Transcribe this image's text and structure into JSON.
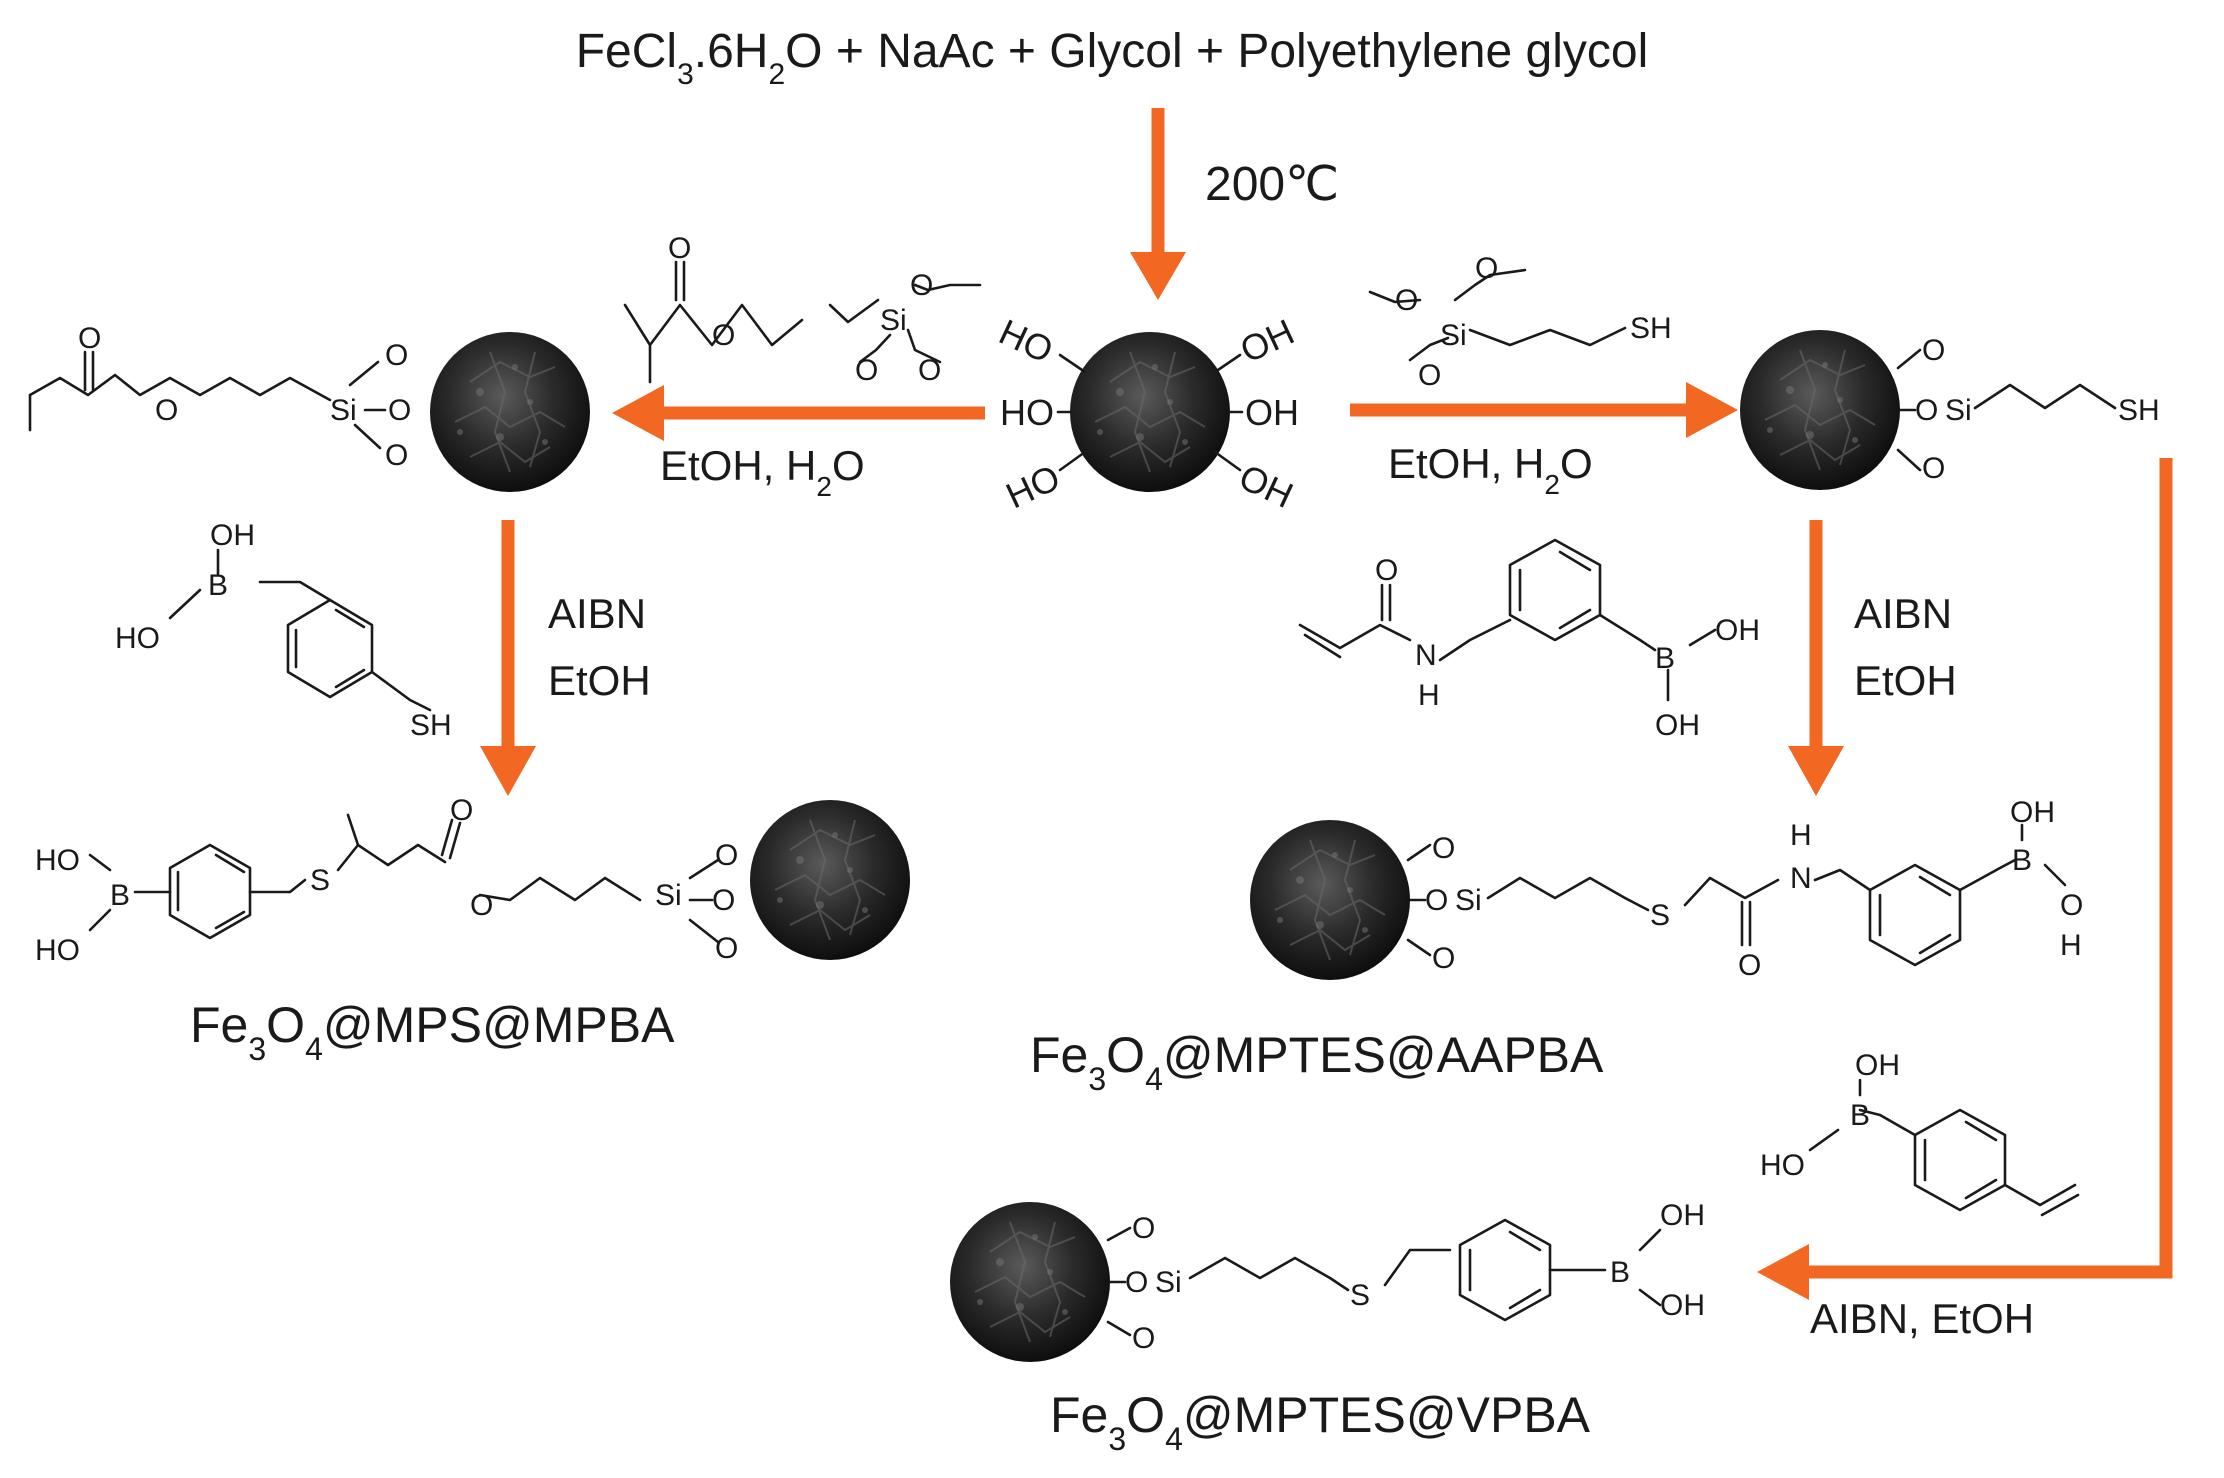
{
  "reactants": {
    "pre": "FeCl",
    "s1": "3",
    "mid": ".6H",
    "s2": "2",
    "post": "O + NaAc + Glycol + Polyethylene glycol"
  },
  "step1_condition": "200℃",
  "left_branch": {
    "conditions_solvent": "EtOH, H",
    "conditions_sub": "2",
    "conditions_tail": "O",
    "initiator": "AIBN",
    "solvent": "EtOH"
  },
  "right_branch": {
    "conditions_solvent": "EtOH, H",
    "conditions_sub": "2",
    "conditions_tail": "O",
    "initiator": "AIBN",
    "solvent": "EtOH"
  },
  "far_right_branch": {
    "conditions": "AIBN, EtOH"
  },
  "hydroxyl_label": "OH",
  "hydroxyl_label_rev": "HO",
  "products": {
    "mps_mpba": {
      "a": "Fe",
      "s1": "3",
      "b": "O",
      "s2": "4",
      "c": "@MPS@MPBA"
    },
    "mptes_aapba": {
      "a": "Fe",
      "s1": "3",
      "b": "O",
      "s2": "4",
      "c": "@MPTES@AAPBA"
    },
    "mptes_vpba": {
      "a": "Fe",
      "s1": "3",
      "b": "O",
      "s2": "4",
      "c": "@MPTES@VPBA"
    }
  },
  "atoms": {
    "O": "O",
    "Si": "Si",
    "SH": "SH",
    "S": "S",
    "B": "B",
    "OH": "OH",
    "HO": "HO",
    "N": "N",
    "H": "H"
  },
  "colors": {
    "arrow": "#f26722",
    "particle": "#1c1c1c",
    "text": "#1a1a1a"
  }
}
